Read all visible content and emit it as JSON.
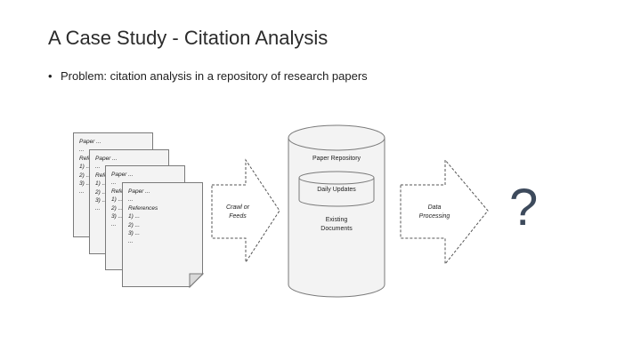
{
  "title": "A Case Study - Citation Analysis",
  "bullet": "Problem: citation analysis in a repository of research papers",
  "papers": [
    {
      "header": "Paper ...",
      "lines": [
        "...",
        "Refe",
        "1) ...",
        "2) ...",
        "3) ...",
        "..."
      ]
    },
    {
      "header": "Paper ...",
      "lines": [
        "...",
        "Refe",
        "1) ...",
        "2) ...",
        "3) ...",
        "..."
      ]
    },
    {
      "header": "Paper ...",
      "lines": [
        "...",
        "Refe",
        "1) ...",
        "2) ...",
        "3) ...",
        "..."
      ]
    },
    {
      "header": "Paper ...",
      "lines": [
        "...",
        "References",
        "1) ...",
        "2) ...",
        "3) ...",
        "..."
      ]
    }
  ],
  "arrow1": {
    "line1": "Crawl or",
    "line2": "Feeds"
  },
  "repository": {
    "label": "Paper Repository",
    "inner": "Daily Updates",
    "existing1": "Existing",
    "existing2": "Documents"
  },
  "arrow2": {
    "line1": "Data",
    "line2": "Processing"
  },
  "result": "?"
}
